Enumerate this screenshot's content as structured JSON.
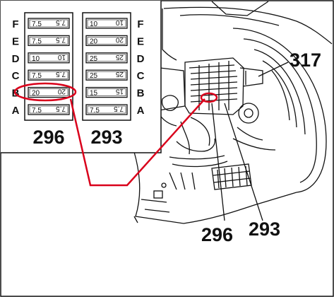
{
  "colors": {
    "line": "#111111",
    "callout": "#d9001b",
    "bg": "#ffffff"
  },
  "row_letters": [
    "F",
    "E",
    "D",
    "C",
    "B",
    "A"
  ],
  "fuse_boxes": [
    {
      "id": "296",
      "label": "296",
      "fuses": [
        {
          "row": "F",
          "value": "7.5"
        },
        {
          "row": "E",
          "value": "7.5"
        },
        {
          "row": "D",
          "value": "10"
        },
        {
          "row": "C",
          "value": "7.5"
        },
        {
          "row": "B",
          "value": "20",
          "highlighted": true
        },
        {
          "row": "A",
          "value": "7.5"
        }
      ]
    },
    {
      "id": "293",
      "label": "293",
      "fuses": [
        {
          "row": "F",
          "value": "10"
        },
        {
          "row": "E",
          "value": "20"
        },
        {
          "row": "D",
          "value": "25"
        },
        {
          "row": "C",
          "value": "25"
        },
        {
          "row": "B",
          "value": "15"
        },
        {
          "row": "A",
          "value": "7.5"
        }
      ]
    }
  ],
  "callouts": {
    "relay": "317",
    "box_296": "296",
    "box_293": "293"
  },
  "icons": [
    "fuse-icon",
    "dashboard-illustration",
    "red-connector-line",
    "highlight-ellipse"
  ]
}
